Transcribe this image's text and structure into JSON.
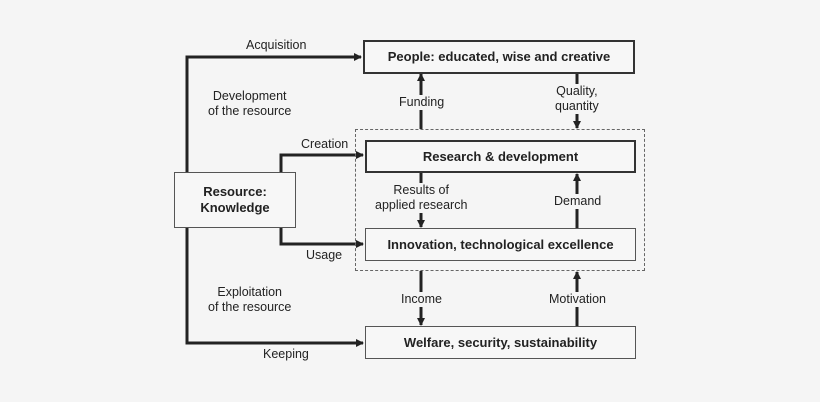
{
  "boxes": {
    "people": "People: educated, wise and creative",
    "rnd": "Research & development",
    "innovation": "Innovation, technological excellence",
    "welfare": "Welfare, security, sustainability",
    "resource_line1": "Resource:",
    "resource_line2": "Knowledge"
  },
  "labels": {
    "acquisition": "Acquisition",
    "development_line1": "Development",
    "development_line2": "of the resource",
    "creation": "Creation",
    "usage": "Usage",
    "exploitation_line1": "Exploitation",
    "exploitation_line2": "of the resource",
    "keeping": "Keeping",
    "funding": "Funding",
    "quality_line1": "Quality,",
    "quality_line2": "quantity",
    "results_line1": "Results of",
    "results_line2": "applied research",
    "demand": "Demand",
    "income": "Income",
    "motivation": "Motivation"
  },
  "colors": {
    "background": "#f5f5f5",
    "line": "#222222",
    "border": "#333333",
    "dashed": "#666666"
  }
}
